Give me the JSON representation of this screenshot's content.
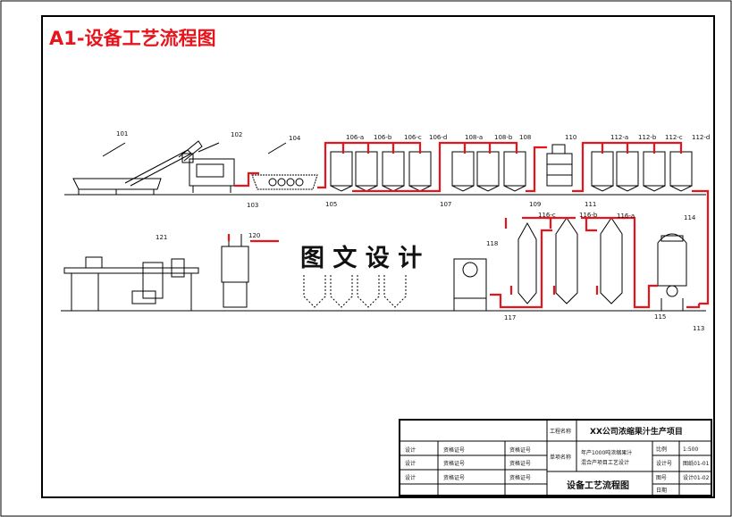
{
  "sheet": {
    "title": "A1-设备工艺流程图",
    "watermark": "图 文 设 计",
    "accent": "#e8141c",
    "line_color": "#000000"
  },
  "equipment_tags": {
    "t101": "101",
    "t102": "102",
    "t103": "103",
    "t104": "104",
    "t105": "105",
    "t106a": "106-a",
    "t106b": "106-b",
    "t106c": "106-c",
    "t106d": "106-d",
    "t107": "107",
    "t108a": "108-a",
    "t108b": "108-b",
    "t108c": "108",
    "t109": "109",
    "t110": "110",
    "t111": "111",
    "t112a": "112-a",
    "t112b": "112-b",
    "t112c": "112-c",
    "t112d": "112-d",
    "t113": "113",
    "t114": "114",
    "t115": "115",
    "t116a": "116-a",
    "t116b": "116-b",
    "t116c": "116-c",
    "t117": "117",
    "t118": "118",
    "t120": "120",
    "t121": "121"
  },
  "title_block": {
    "project_label": "工程名称",
    "project_name": "XX公司浓缩果汁生产项目",
    "subproject_label": "单项名称",
    "subproject_line1": "年产1000吨浓缩果汁",
    "subproject_line2": "混合产项目工艺设计",
    "drawing_name": "设备工艺流程图",
    "rows": [
      {
        "role": "设计",
        "cert": "资格证号",
        "role2": "资格证号"
      },
      {
        "role": "设计",
        "cert": "资格证号",
        "role2": "资格证号"
      },
      {
        "role": "设计",
        "cert": "资格证号",
        "role2": "资格证号"
      }
    ],
    "scale_label": "比例",
    "scale_value": "1:500",
    "design_no_label": "设计号",
    "design_no_value": "图纸01-01",
    "drawing_no_label": "图号",
    "drawing_no_value": "设计01-02",
    "date_label": "日期"
  }
}
